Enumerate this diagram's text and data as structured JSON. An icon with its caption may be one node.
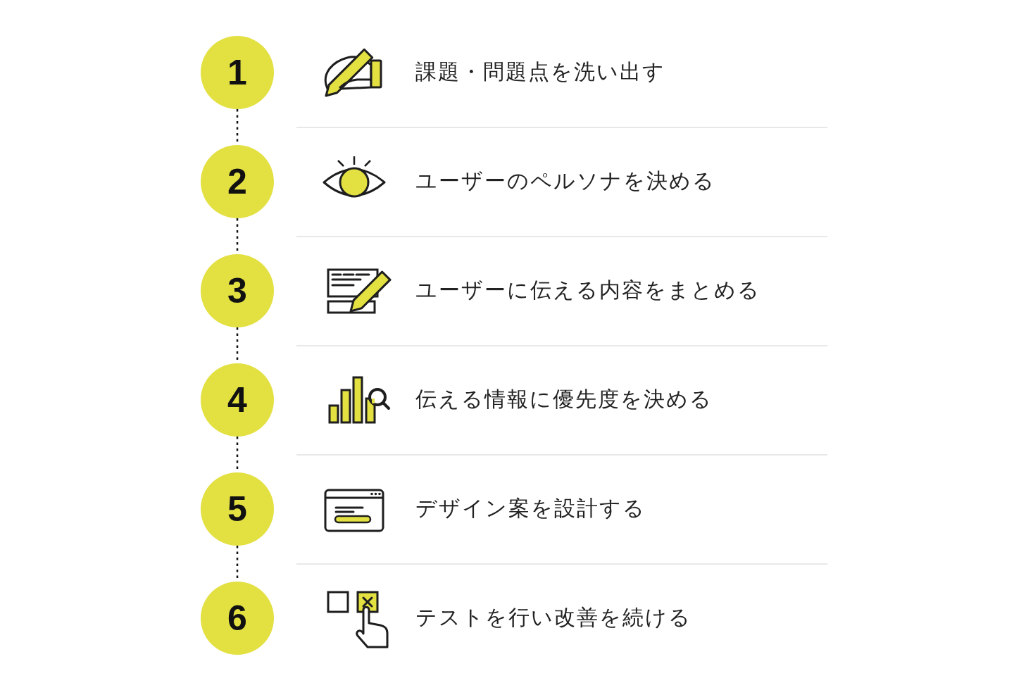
{
  "diagram": {
    "nodes": [
      {
        "text": [
          "1"
        ]
      },
      {
        "text": [
          "2"
        ]
      },
      {
        "text": [
          "3"
        ]
      },
      {
        "text": [
          "4"
        ]
      },
      {
        "text": [
          "5"
        ]
      },
      {
        "text": [
          "6"
        ]
      }
    ],
    "edges": [
      {
        "from": 0,
        "to": 1,
        "arrow": "none",
        "style": "dashed"
      },
      {
        "from": 1,
        "to": 2,
        "arrow": "none",
        "style": "dashed"
      },
      {
        "from": 2,
        "to": 3,
        "arrow": "none",
        "style": "dashed"
      },
      {
        "from": 3,
        "to": 4,
        "arrow": "none",
        "style": "dashed"
      },
      {
        "from": 4,
        "to": 5,
        "arrow": "none",
        "style": "dashed"
      }
    ],
    "labels": [
      "課題・問題点を洗い出す",
      "ユーザーのペルソナを決める",
      "ユーザーに伝える内容をまとめる",
      "伝える情報に優先度を決める",
      "デザイン案を設計する",
      "テストを行い改善を続ける"
    ]
  }
}
